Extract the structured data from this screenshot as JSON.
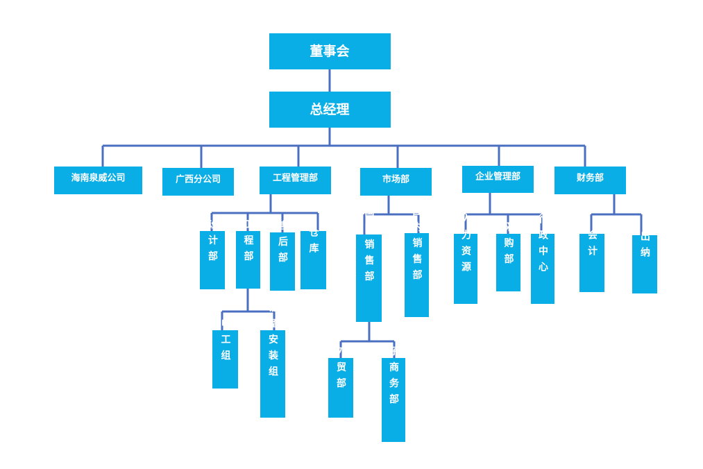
{
  "org_chart": {
    "board": "董事会",
    "general_manager": "总经理",
    "hainan_branch": "海南泉威公司",
    "guangxi_branch": "广西分公司",
    "engineering_management": {
      "label": "工程管理部",
      "design": "设计部",
      "engineering": {
        "label": "工程部",
        "electrical": "电工组",
        "installation": "设备安装组"
      },
      "after_sales": "售后部",
      "warehouse": "仓库"
    },
    "marketing": {
      "label": "市场部",
      "international_sales": {
        "label": "国际销售部",
        "foreign_trade": "外贸部",
        "ecommerce": "电子商务部"
      },
      "domestic_sales": "国内销售部"
    },
    "enterprise_management": {
      "label": "企业管理部",
      "hr": "人力资源",
      "purchasing": "采购部",
      "admin": "行政中心"
    },
    "finance": {
      "label": "财务部",
      "accounting": "会计",
      "cashier": "出纳"
    }
  }
}
